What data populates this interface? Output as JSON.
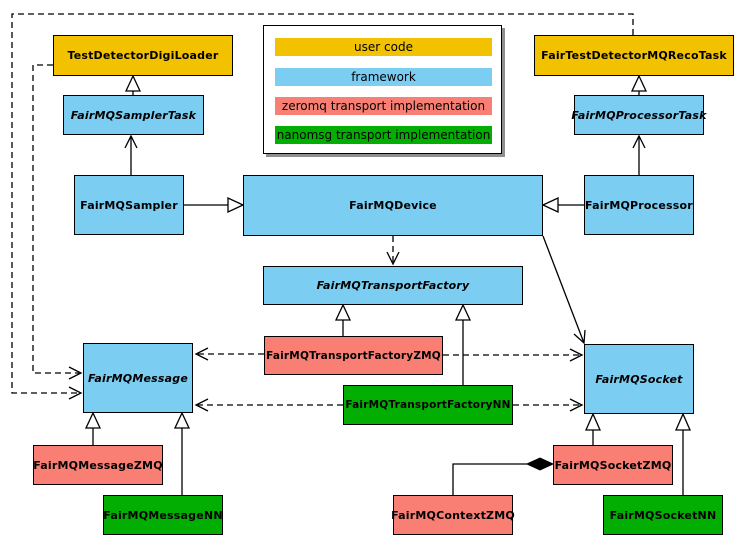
{
  "colors": {
    "user_code": "#F2C200",
    "framework": "#7CCDF2",
    "zeromq": "#F97F74",
    "nanomsg": "#03AE03",
    "node_border": "#000000",
    "edge": "#000000",
    "background": "#FFFFFF"
  },
  "legend": {
    "items": [
      {
        "label": "user code",
        "color_key": "user_code"
      },
      {
        "label": "framework",
        "color_key": "framework"
      },
      {
        "label": "zeromq transport implementation",
        "color_key": "zeromq"
      },
      {
        "label": "nanomsg transport implementation",
        "color_key": "nanomsg"
      }
    ]
  },
  "nodes": {
    "digiLoader": {
      "label": "TestDetectorDigiLoader",
      "category": "user code",
      "abstract": false
    },
    "recoTask": {
      "label": "FairTestDetectorMQRecoTask",
      "category": "user code",
      "abstract": false
    },
    "samplerTask": {
      "label": "FairMQSamplerTask",
      "category": "framework",
      "abstract": true
    },
    "processorTask": {
      "label": "FairMQProcessorTask",
      "category": "framework",
      "abstract": true
    },
    "sampler": {
      "label": "FairMQSampler",
      "category": "framework",
      "abstract": false
    },
    "device": {
      "label": "FairMQDevice",
      "category": "framework",
      "abstract": false
    },
    "processor": {
      "label": "FairMQProcessor",
      "category": "framework",
      "abstract": false
    },
    "transportFactory": {
      "label": "FairMQTransportFactory",
      "category": "framework",
      "abstract": true
    },
    "transportFactoryZMQ": {
      "label": "FairMQTransportFactoryZMQ",
      "category": "zeromq",
      "abstract": false
    },
    "transportFactoryNN": {
      "label": "FairMQTransportFactoryNN",
      "category": "nanomsg",
      "abstract": false
    },
    "message": {
      "label": "FairMQMessage",
      "category": "framework",
      "abstract": true
    },
    "socket": {
      "label": "FairMQSocket",
      "category": "framework",
      "abstract": true
    },
    "messageZMQ": {
      "label": "FairMQMessageZMQ",
      "category": "zeromq",
      "abstract": false
    },
    "messageNN": {
      "label": "FairMQMessageNN",
      "category": "nanomsg",
      "abstract": false
    },
    "socketZMQ": {
      "label": "FairMQSocketZMQ",
      "category": "zeromq",
      "abstract": false
    },
    "socketNN": {
      "label": "FairMQSocketNN",
      "category": "nanomsg",
      "abstract": false
    },
    "contextZMQ": {
      "label": "FairMQContextZMQ",
      "category": "zeromq",
      "abstract": false
    }
  },
  "edges": [
    {
      "from": "samplerTask",
      "to": "digiLoader",
      "kind": "generalization",
      "style": "solid-hollow-triangle"
    },
    {
      "from": "processorTask",
      "to": "recoTask",
      "kind": "generalization",
      "style": "solid-hollow-triangle"
    },
    {
      "from": "sampler",
      "to": "device",
      "kind": "generalization",
      "style": "solid-hollow-triangle"
    },
    {
      "from": "processor",
      "to": "device",
      "kind": "generalization",
      "style": "solid-hollow-triangle"
    },
    {
      "from": "transportFactoryZMQ",
      "to": "transportFactory",
      "kind": "generalization",
      "style": "solid-hollow-triangle"
    },
    {
      "from": "transportFactoryNN",
      "to": "transportFactory",
      "kind": "generalization",
      "style": "solid-hollow-triangle"
    },
    {
      "from": "messageZMQ",
      "to": "message",
      "kind": "generalization",
      "style": "solid-hollow-triangle"
    },
    {
      "from": "messageNN",
      "to": "message",
      "kind": "generalization",
      "style": "solid-hollow-triangle"
    },
    {
      "from": "socketZMQ",
      "to": "socket",
      "kind": "generalization",
      "style": "solid-hollow-triangle"
    },
    {
      "from": "socketNN",
      "to": "socket",
      "kind": "generalization",
      "style": "solid-hollow-triangle"
    },
    {
      "from": "sampler",
      "to": "samplerTask",
      "kind": "association",
      "style": "solid-open-arrow"
    },
    {
      "from": "processor",
      "to": "processorTask",
      "kind": "association",
      "style": "solid-open-arrow"
    },
    {
      "from": "device",
      "to": "socket",
      "kind": "association",
      "style": "solid-open-arrow"
    },
    {
      "from": "device",
      "to": "transportFactory",
      "kind": "dependency",
      "style": "dashed-open-arrow"
    },
    {
      "from": "transportFactoryZMQ",
      "to": "message",
      "kind": "dependency",
      "style": "dashed-open-arrow"
    },
    {
      "from": "transportFactoryZMQ",
      "to": "socket",
      "kind": "dependency",
      "style": "dashed-open-arrow"
    },
    {
      "from": "transportFactoryNN",
      "to": "message",
      "kind": "dependency",
      "style": "dashed-open-arrow"
    },
    {
      "from": "transportFactoryNN",
      "to": "socket",
      "kind": "dependency",
      "style": "dashed-open-arrow"
    },
    {
      "from": "digiLoader",
      "to": "message",
      "kind": "dependency",
      "style": "dashed-open-arrow"
    },
    {
      "from": "recoTask",
      "to": "message",
      "kind": "dependency",
      "style": "dashed-open-arrow"
    },
    {
      "from": "contextZMQ",
      "to": "socketZMQ",
      "kind": "composition",
      "style": "solid-filled-diamond"
    }
  ]
}
